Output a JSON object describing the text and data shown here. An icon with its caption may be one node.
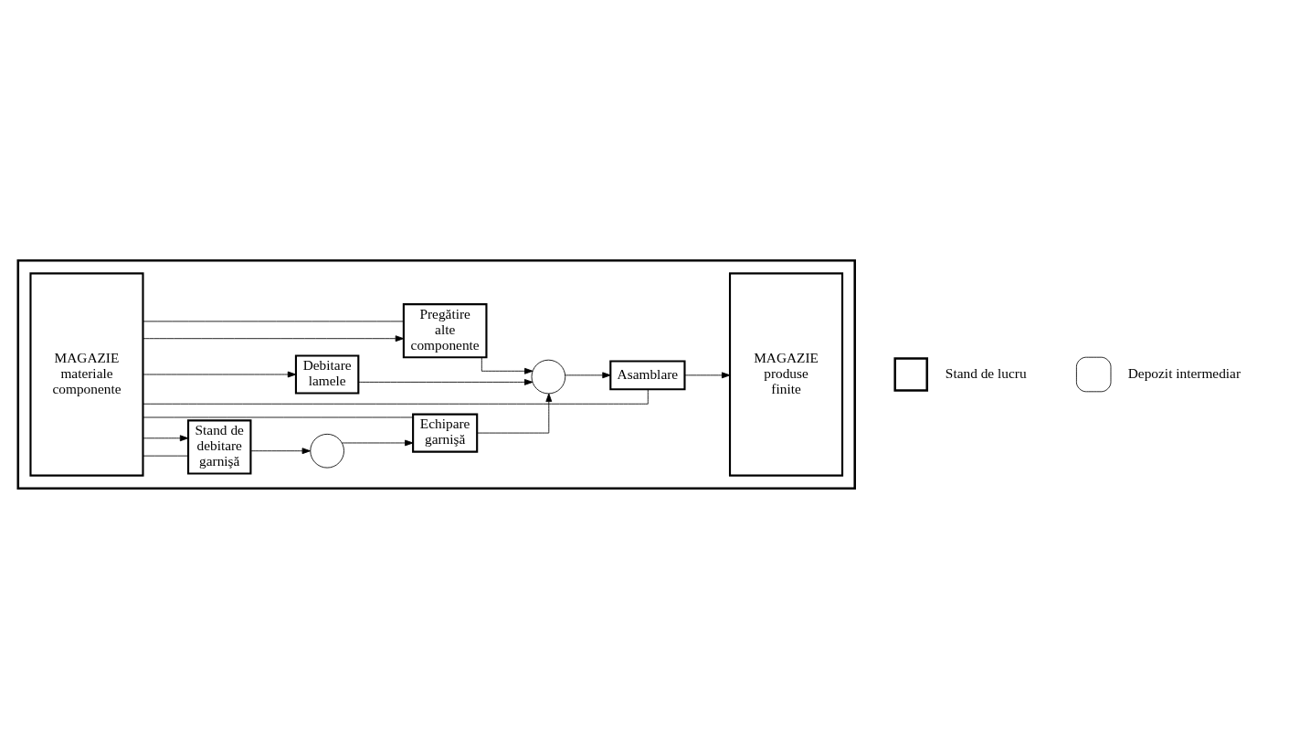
{
  "diagram": {
    "nodes": [
      {
        "text": [],
        "shape": "box"
      },
      {
        "text": [
          "MAGAZIE materiale componente"
        ],
        "in": 0
      },
      {
        "text": [
          "Stand de debitare garnişă"
        ],
        "in": 0
      },
      {
        "text": [],
        "shape": "circle",
        "in": 0
      },
      {
        "text": [
          "Echipare garnişă"
        ],
        "in": 0
      },
      {
        "text": [
          "Debitare lamele"
        ],
        "in": 0
      },
      {
        "text": [],
        "shape": "circle",
        "in": 0
      },
      {
        "text": [
          "Pregătire alte componente"
        ],
        "in": 0
      },
      {
        "text": [
          "Asamblare"
        ],
        "in": 0
      },
      {
        "text": [
          "MAGAZIE produse finite"
        ],
        "in": 0
      }
    ],
    "edges": [
      {
        "from": 1,
        "to": 4,
        "arrow": "none"
      },
      {
        "from": 1,
        "to": 2,
        "arrow": "none"
      },
      {
        "from": 1,
        "to": 2,
        "arrow": "to"
      },
      {
        "from": 2,
        "to": 3,
        "arrow": "to"
      },
      {
        "from": 3,
        "to": 4,
        "arrow": "to"
      },
      {
        "from": 1,
        "to": 5,
        "arrow": "to"
      },
      {
        "from": 4,
        "to": 6,
        "arrow": "to"
      },
      {
        "from": 5,
        "to": 6,
        "arrow": "to"
      },
      {
        "from": 1,
        "to": 7,
        "arrow": "to"
      },
      {
        "from": 7,
        "to": 6,
        "arrow": "to"
      },
      {
        "from": 6,
        "to": 8,
        "arrow": "to"
      },
      {
        "from": 8,
        "to": 9,
        "arrow": "to"
      },
      {
        "from": 7,
        "to": 1,
        "arrow": "none"
      },
      {
        "from": 8,
        "to": 1,
        "arrow": "none"
      }
    ],
    "legend": [
      {
        "text": "Stand de lucru"
      },
      {
        "text": "Depozit intermediar"
      }
    ]
  }
}
